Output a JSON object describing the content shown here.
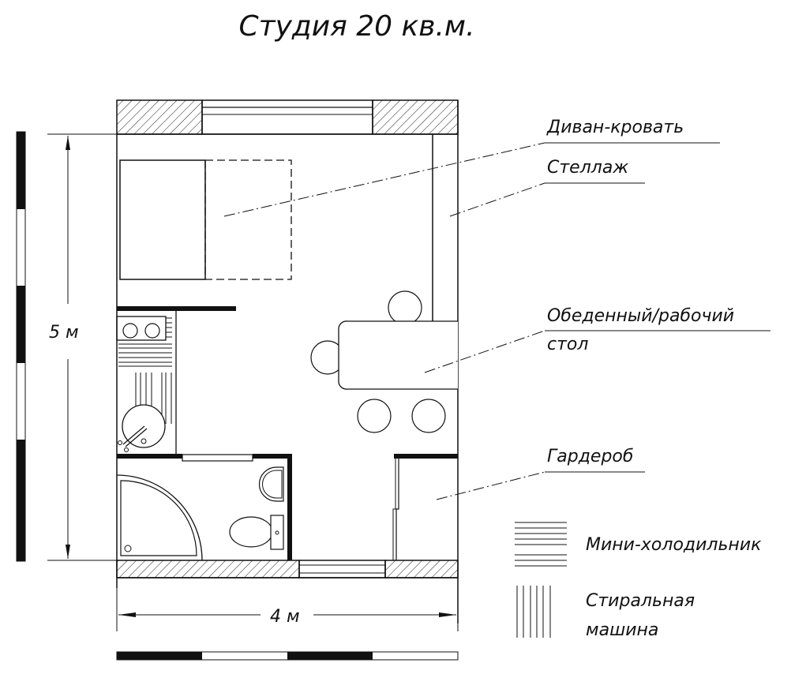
{
  "title": "Студия 20 кв.м.",
  "dimensions": {
    "height_label": "5 м",
    "width_label": "4 м"
  },
  "annotations": [
    {
      "id": "sofa",
      "label": "Диван-кровать"
    },
    {
      "id": "shelf",
      "label": "Стеллаж"
    },
    {
      "id": "table",
      "label_line1": "Обеденный/рабочий",
      "label_line2": "стол"
    },
    {
      "id": "wardrobe",
      "label": "Гардероб"
    }
  ],
  "legend": [
    {
      "id": "fridge",
      "label": "Мини-холодильник",
      "pattern": "horizontal-lines"
    },
    {
      "id": "washer",
      "label_line1": "Стиральная",
      "label_line2": "машина",
      "pattern": "vertical-lines"
    }
  ],
  "scale_bars": {
    "vertical_segments": 5,
    "horizontal_segments": 4
  },
  "colors": {
    "ink": "#111111",
    "background": "#ffffff"
  }
}
